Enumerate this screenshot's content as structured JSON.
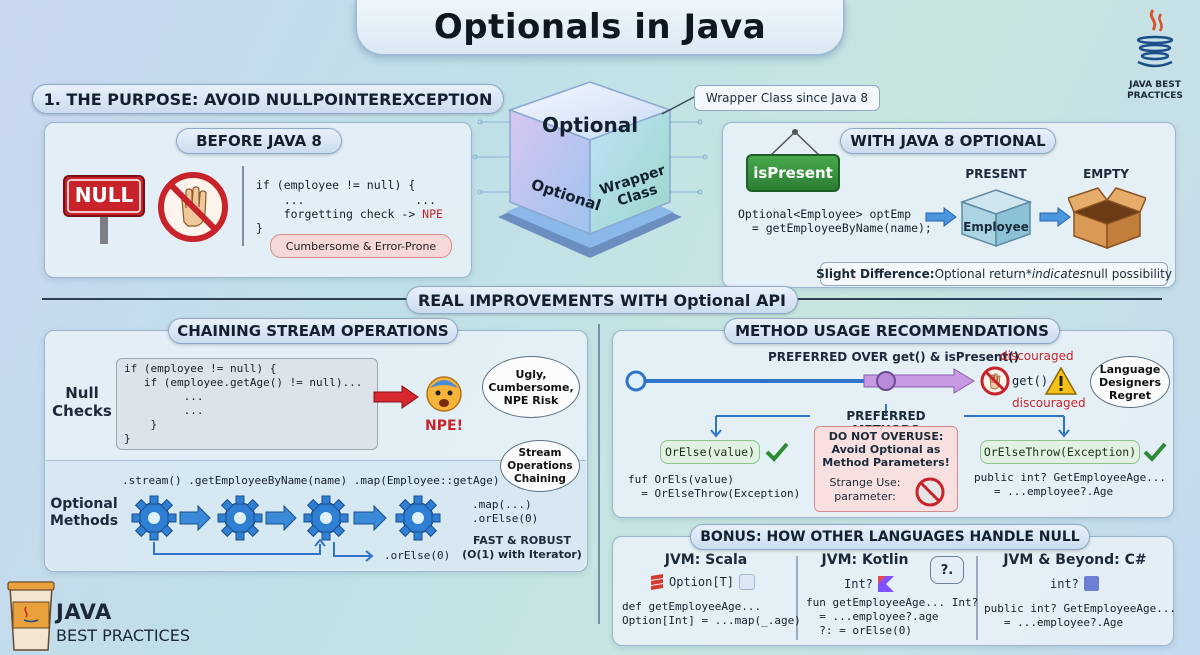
{
  "title": "Optionals in Java",
  "brand": {
    "top_line1": "JAVA BEST",
    "top_line2": "PRACTICES",
    "bottom_line1": "JAVA",
    "bottom_line2": "BEST PRACTICES"
  },
  "purpose": {
    "heading": "1. THE PURPOSE: AVOID NULLPOINTEREXCEPTION",
    "before": {
      "title": "BEFORE JAVA 8",
      "null_sign": "NULL",
      "code": [
        "if (employee != null) {",
        "    ...                ...",
        "    forgetting check -> "
      ],
      "npe": "NPE",
      "code_close": "}",
      "tag": "Cumbersome & Error-Prone"
    },
    "cube": {
      "top": "Optional",
      "left": "Optional",
      "right_line1": "Wrapper",
      "right_line2": "Class",
      "callout": "Wrapper Class since Java 8"
    },
    "with": {
      "title": "WITH JAVA 8 OPTIONAL",
      "is_present": "isPresent",
      "code": [
        "Optional<Employee> optEmp",
        "  = getEmployeeByName(name);"
      ],
      "present_label": "PRESENT",
      "empty_label": "EMPTY",
      "box_label": "Employee",
      "note_bold": "Slight Difference:",
      "note_text": " Optional return ",
      "note_italic": "*indicates",
      "note_end": " null possibility"
    }
  },
  "improvements": {
    "heading": "REAL IMPROVEMENTS WITH Optional API",
    "chaining": {
      "title": "CHAINING STREAM OPERATIONS",
      "null_checks_label_1": "Null",
      "null_checks_label_2": "Checks",
      "null_code": [
        "if (employee != null) {",
        "   if (employee.getAge() != null)...",
        "         ...",
        "         ...",
        "    }",
        "}"
      ],
      "npe_label": "NPE!",
      "bubble_ugly_1": "Ugly,",
      "bubble_ugly_2": "Cumbersome,",
      "bubble_ugly_3": "NPE Risk",
      "bubble_stream_1": "Stream",
      "bubble_stream_2": "Operations",
      "bubble_stream_3": "Chaining",
      "optional_methods_label_1": "Optional",
      "optional_methods_label_2": "Methods",
      "stream_code": ".stream() .getEmployeeByName(name) .map(Employee::getAge)",
      "map_code_1": ".map(...)",
      "map_code_2": ".orElse(0)",
      "orelse_code": ".orElse(0)",
      "fast_1": "FAST & ROBUST",
      "fast_2": "(O(1) with Iterator)"
    },
    "method_usage": {
      "title": "METHOD USAGE RECOMMENDATIONS",
      "preferred_over": "PREFERRED OVER get() & isPresent()",
      "discouraged_top": "discouraged",
      "get_label": "get()",
      "discouraged_bottom": "discouraged",
      "regret_1": "Language",
      "regret_2": "Designers",
      "regret_3": "Regret",
      "preferred_methods": "PREFERRED METHODS",
      "or_else": "OrElse(value)",
      "or_else_throw": "OrElseThrow(Exception)",
      "left_code": [
        "fuf OrEls(value)",
        "  = OrElseThrow(Exception)"
      ],
      "right_code": [
        "public int? GetEmployeeAge...",
        "   = ...employee?.Age"
      ],
      "overuse_1": "DO NOT OVERUSE:",
      "overuse_2": "Avoid Optional as",
      "overuse_3": "Method Parameters!",
      "strange_1": "Strange Use:",
      "strange_2": "parameter:"
    },
    "bonus": {
      "title": "BONUS: HOW OTHER LANGUAGES HANDLE NULL",
      "scala": {
        "title": "JVM: Scala",
        "type": "Option[T]",
        "code": [
          "def getEmployeeAge...",
          "Option[Int] = ...map(_.age)"
        ]
      },
      "kotlin": {
        "title": "JVM: Kotlin",
        "type": "Int?",
        "bubble": "?.",
        "code": [
          "fun getEmployeeAge... Int?",
          "  = ...employee?.age",
          "  ?: = orElse(0)"
        ]
      },
      "csharp": {
        "title": "JVM & Beyond: C#",
        "type": "int?",
        "code": [
          "public int? GetEmployeeAge...",
          "   = ...employee?.Age"
        ]
      }
    }
  },
  "colors": {
    "accent_red": "#c8232a",
    "accent_green": "#2f8a36",
    "accent_blue": "#2f74c9",
    "gear_blue": "#2f7fd4",
    "arrow_purple": "#b98ad8"
  }
}
